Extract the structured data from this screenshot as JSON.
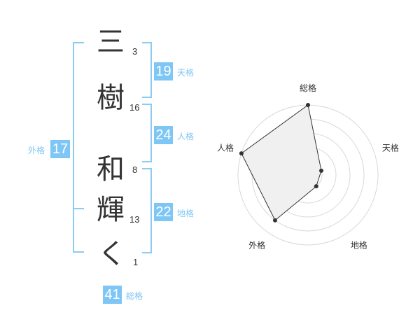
{
  "characters": [
    {
      "char": "三",
      "strokes": "3"
    },
    {
      "char": "樹",
      "strokes": "16"
    },
    {
      "char": "和",
      "strokes": "8"
    },
    {
      "char": "輝",
      "strokes": "13"
    },
    {
      "char": "く",
      "strokes": "1"
    }
  ],
  "scores": {
    "tenkaku": {
      "value": "19",
      "label": "天格"
    },
    "jinkaku": {
      "value": "24",
      "label": "人格"
    },
    "chikaku": {
      "value": "22",
      "label": "地格"
    },
    "gaikaku": {
      "value": "17",
      "label": "外格"
    },
    "soukaku": {
      "value": "41",
      "label": "総格"
    }
  },
  "chart_data": {
    "type": "radar",
    "axes": [
      "総格",
      "天格",
      "地格",
      "外格",
      "人格"
    ],
    "values": [
      5,
      1,
      1,
      4,
      5
    ],
    "max": 5,
    "rings": 5
  }
}
